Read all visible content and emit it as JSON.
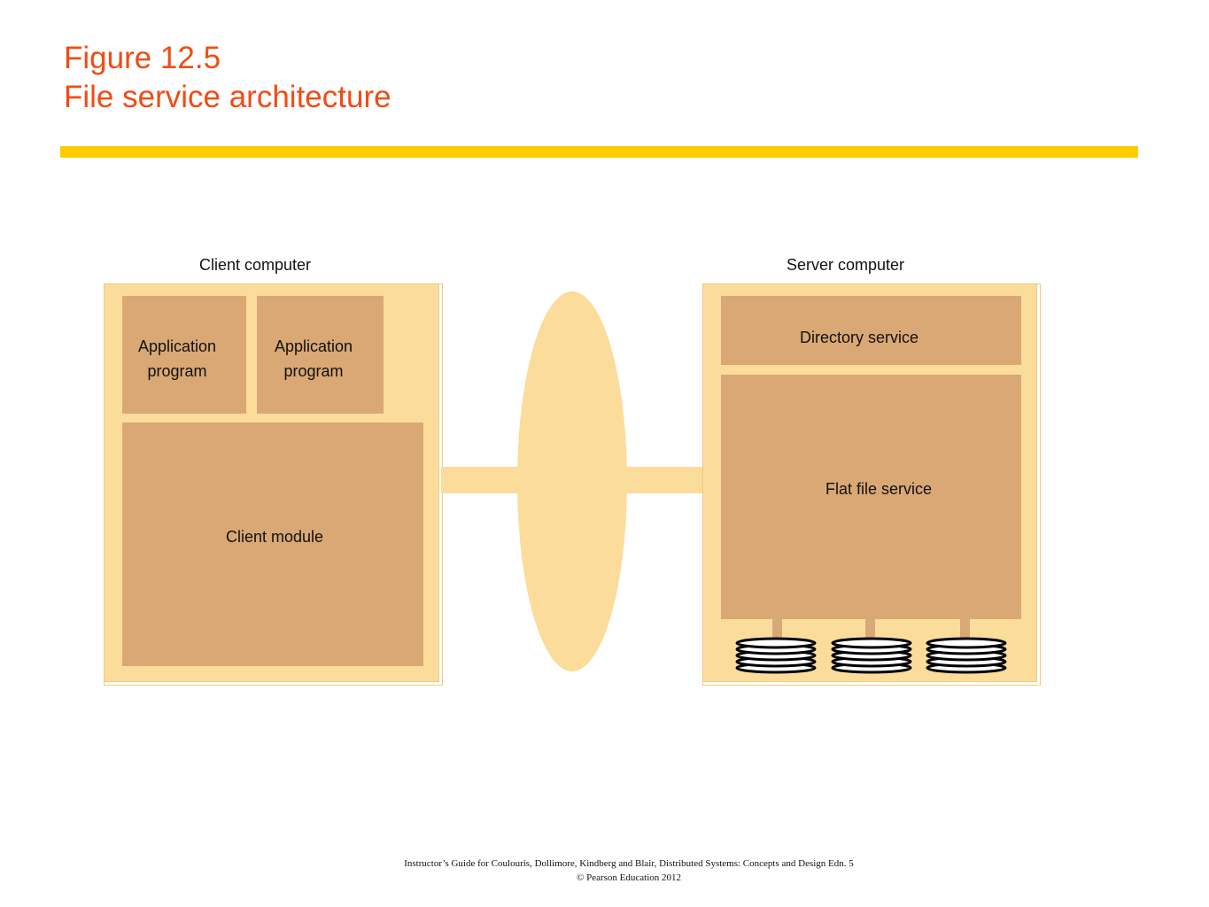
{
  "title": {
    "line1": "Figure 12.5",
    "line2": "File service architecture"
  },
  "diagram": {
    "client": {
      "heading": "Client computer",
      "app1": [
        "Application",
        "program"
      ],
      "app2": [
        "Application",
        "program"
      ],
      "module": "Client module"
    },
    "server": {
      "heading": "Server computer",
      "directory": "Directory service",
      "flat_file": "Flat file service",
      "disk_count": 3
    }
  },
  "footer": {
    "line1": "Instructor’s Guide for  Coulouris, Dollimore,  Kindberg and Blair,  Distributed Systems: Concepts and Design   Edn. 5",
    "line2": "©  Pearson Education 2012"
  },
  "colors": {
    "title": "#f04c14",
    "rule": "#ffcc00",
    "panel": "#fcdc9a",
    "component": "#d9a874"
  }
}
